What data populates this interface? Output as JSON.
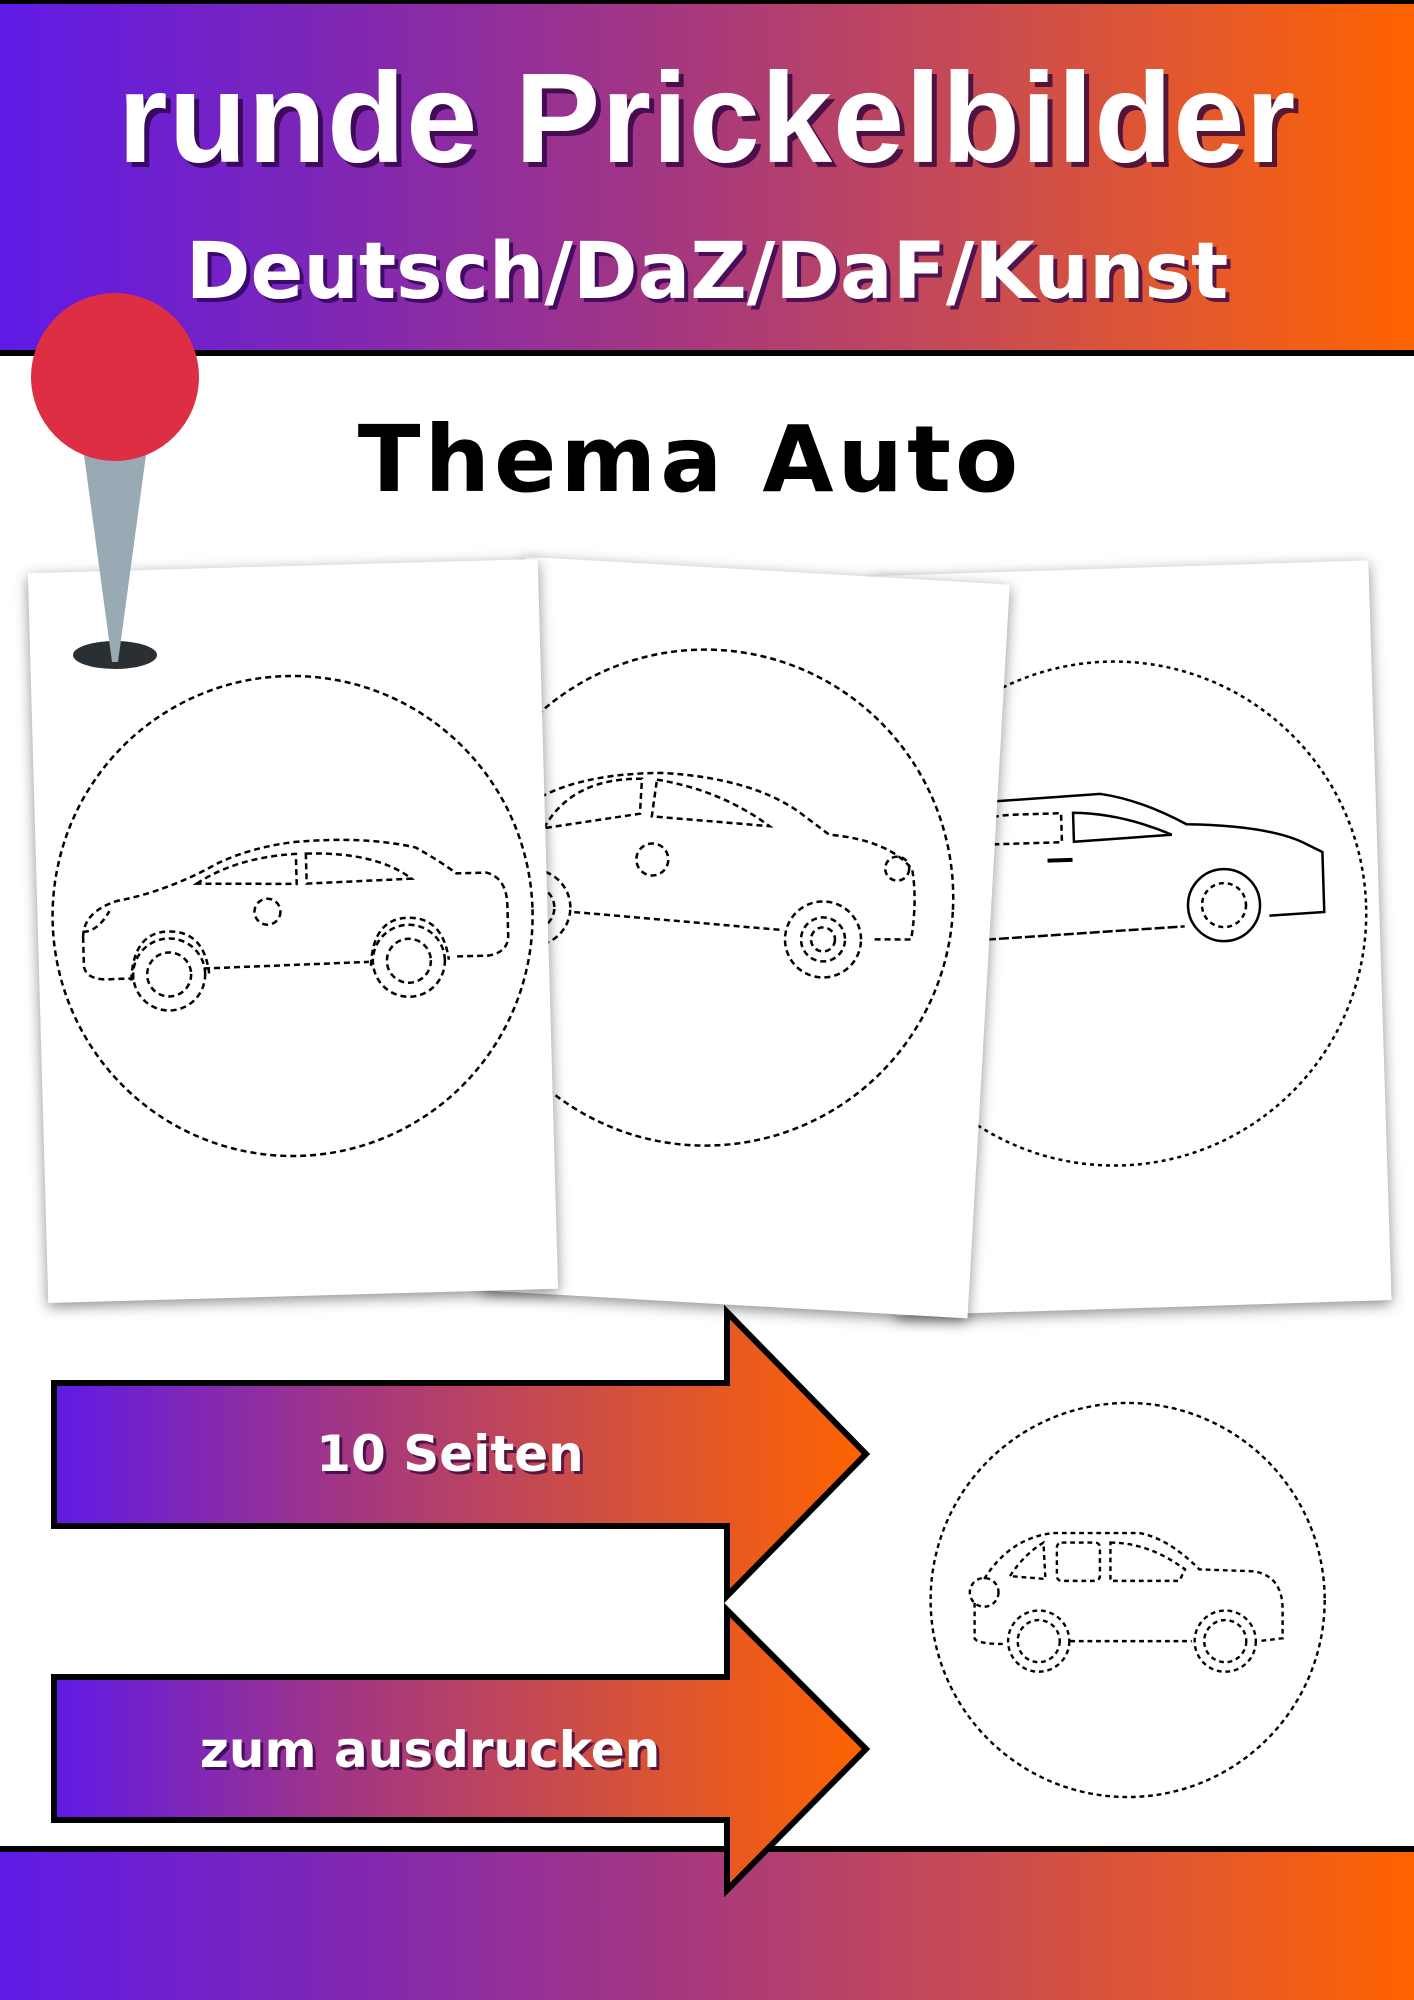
{
  "header": {
    "title": "runde Prickelbilder",
    "subtitle": "Deutsch/DaZ/DaF/Kunst",
    "gradient_start": "#5f1ae6",
    "gradient_end": "#ff6300"
  },
  "theme": {
    "title": "Thema Auto"
  },
  "pin": {
    "icon": "push-pin-icon",
    "head_color": "#dd2e44",
    "needle_color": "#99aab5",
    "shadow_color": "#292f33"
  },
  "worksheets": [
    {
      "name": "worksheet-sedan",
      "icon": "car-sedan-icon"
    },
    {
      "name": "worksheet-hatchback",
      "icon": "car-hatchback-icon"
    },
    {
      "name": "worksheet-coupe",
      "icon": "car-coupe-icon"
    }
  ],
  "arrows": [
    {
      "label": "10 Seiten"
    },
    {
      "label": "zum ausdrucken"
    }
  ],
  "preview": {
    "icon": "car-suv-icon"
  }
}
